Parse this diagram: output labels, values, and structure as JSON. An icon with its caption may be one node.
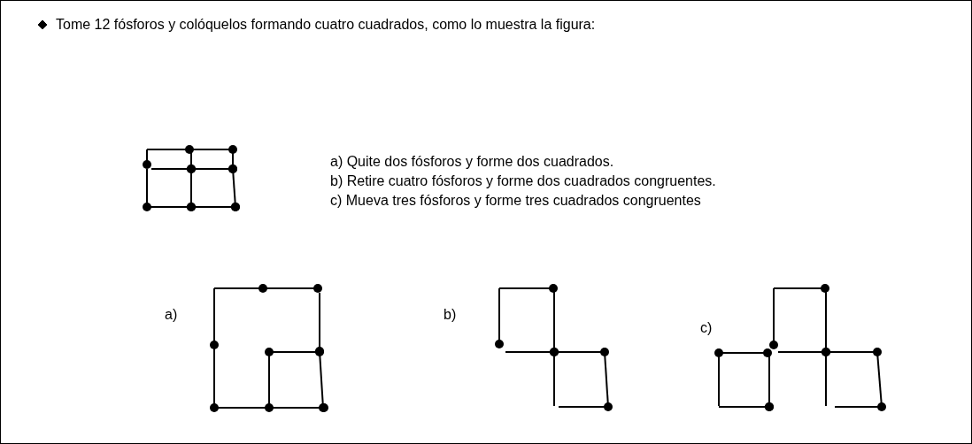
{
  "diagram": {
    "labels": [
      "Tome 12 fósforos y colóquelos formando cuatro cuadrados, como lo muestra la figura:",
      "a) Quite dos fósforos y forme dos cuadrados.",
      "b) Retire cuatro fósforos y forme dos cuadrados congruentes.",
      "c) Mueva tres fósforos y forme tres cuadrados congruentes",
      "a)",
      "b)",
      "c)"
    ]
  }
}
